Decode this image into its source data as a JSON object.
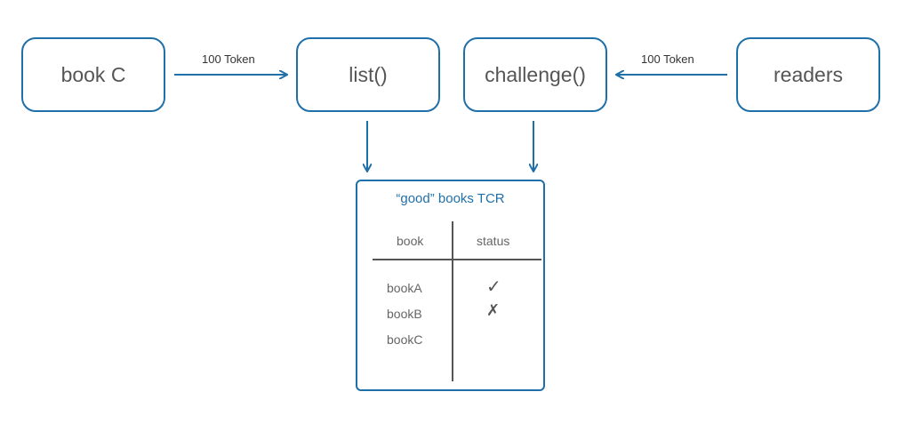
{
  "nodes": {
    "book_c": "book C",
    "list": "list()",
    "challenge": "challenge()",
    "readers": "readers"
  },
  "edges": {
    "left_label": "100 Token",
    "right_label": "100 Token"
  },
  "tcr": {
    "title": "“good” books TCR",
    "columns": {
      "book": "book",
      "status": "status"
    },
    "rows": [
      {
        "book": "bookA",
        "status": "✓"
      },
      {
        "book": "bookB",
        "status": "✗"
      },
      {
        "book": "bookC",
        "status": ""
      }
    ]
  },
  "colors": {
    "accent": "#1f6fa8",
    "text": "#555555"
  }
}
